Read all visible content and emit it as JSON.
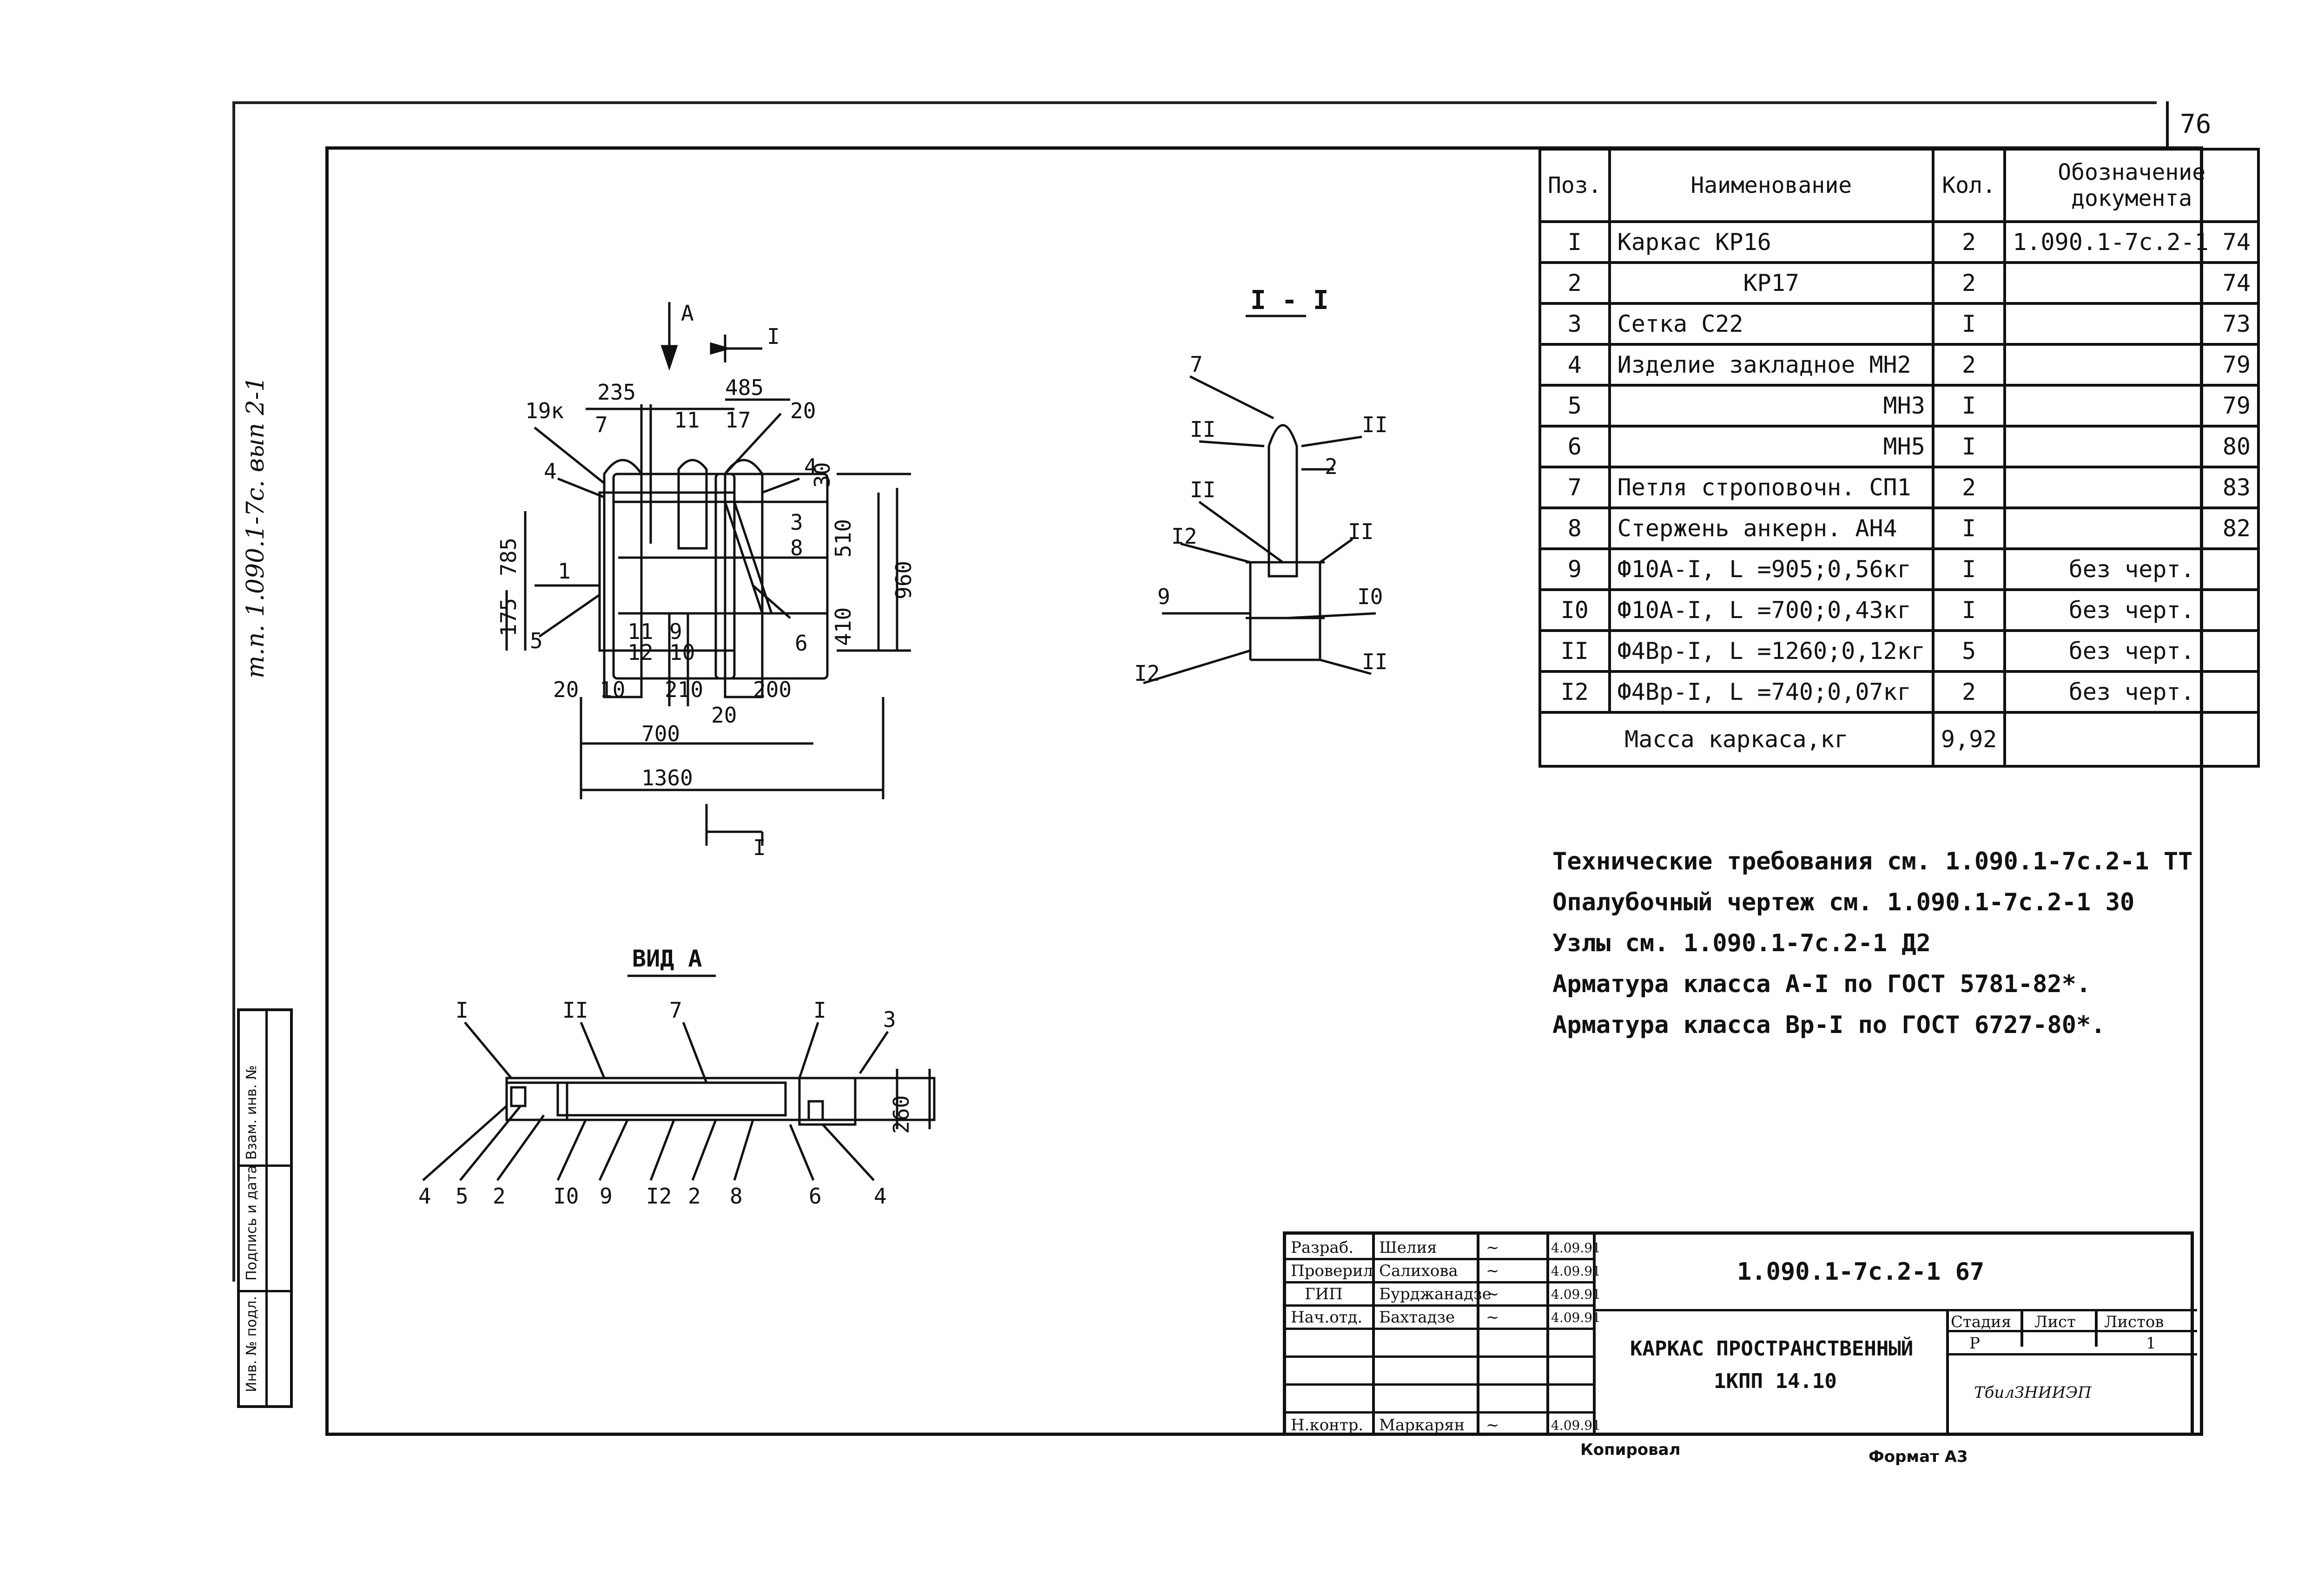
{
  "page_number": "76",
  "side_stamp": "т.п. 1.090.1-7с. вып 2-1",
  "side_strip_labels": [
    "Инв. № подл.",
    "Подпись и дата",
    "Взам. инв. №"
  ],
  "spec_table": {
    "headers": [
      "Поз.",
      "Наименование",
      "Кол.",
      "Обозначение документа"
    ],
    "rows": [
      {
        "pos": "I",
        "name": "Каркас КР16",
        "qty": "2",
        "doc": "1.090.1-7с.2-1 74"
      },
      {
        "pos": "2",
        "name": "КР17",
        "qty": "2",
        "doc": "74"
      },
      {
        "pos": "3",
        "name": "Сетка С22",
        "qty": "I",
        "doc": "73"
      },
      {
        "pos": "4",
        "name": "Изделие закладное МН2",
        "qty": "2",
        "doc": "79"
      },
      {
        "pos": "5",
        "name": "МН3",
        "qty": "I",
        "doc": "79"
      },
      {
        "pos": "6",
        "name": "МН5",
        "qty": "I",
        "doc": "80"
      },
      {
        "pos": "7",
        "name": "Петля строповочн. СП1",
        "qty": "2",
        "doc": "83"
      },
      {
        "pos": "8",
        "name": "Стержень анкерн. АН4",
        "qty": "I",
        "doc": "82"
      },
      {
        "pos": "9",
        "name": "Ф10А-I, L =905;0,56кг",
        "qty": "I",
        "doc": "без черт."
      },
      {
        "pos": "I0",
        "name": "Ф10А-I, L =700;0,43кг",
        "qty": "I",
        "doc": "без черт."
      },
      {
        "pos": "II",
        "name": "Ф4Вр-I, L =1260;0,12кг",
        "qty": "5",
        "doc": "без черт."
      },
      {
        "pos": "I2",
        "name": "Ф4Вр-I, L =740;0,07кг",
        "qty": "2",
        "doc": "без черт."
      }
    ],
    "mass_label": "Масса каркаса,кг",
    "mass_value": "9,92"
  },
  "notes": [
    "Технические требования см. 1.090.1-7с.2-1 ТТ",
    "Опалубочный чертеж см. 1.090.1-7с.2-1 30",
    "Узлы см. 1.090.1-7с.2-1 Д2",
    "Арматура класса А-I по ГОСТ 5781-82*.",
    "Арматура класса Вр-I по ГОСТ 6727-80*."
  ],
  "drawing_labels": {
    "section_title": "I - I",
    "view_title": "ВИД А",
    "arrow_a": "А",
    "cut_mark": "I",
    "plan_dims": [
      "235",
      "485",
      "30",
      "510",
      "960",
      "410",
      "785",
      "175",
      "20",
      "10",
      "210",
      "200",
      "700",
      "1360"
    ],
    "plan_callouts": [
      "19к",
      "7",
      "11",
      "17",
      "20",
      "4",
      "3",
      "8",
      "1",
      "5",
      "11",
      "12",
      "9",
      "10",
      "6"
    ],
    "section_callouts": [
      "7",
      "II",
      "II",
      "2",
      "II",
      "I2",
      "II",
      "9",
      "I0",
      "I2",
      "II"
    ],
    "view_callouts": [
      "I",
      "II",
      "7",
      "I",
      "3",
      "4",
      "5",
      "2",
      "I0",
      "9",
      "I2",
      "2",
      "8",
      "6",
      "4"
    ],
    "view_dim": "260"
  },
  "title_block": {
    "code": "1.090.1-7с.2-1 67",
    "title_line1": "КАРКАС ПРОСТРАНСТВЕННЫЙ",
    "title_line2": "1КПП 14.10",
    "stage_header": "Стадия",
    "sheet_header": "Лист",
    "sheets_header": "Листов",
    "stage": "Р",
    "sheet": "",
    "sheets": "1",
    "org": "ТбилЗНИИЭП",
    "roles": [
      "Разраб.",
      "Проверил",
      "ГИП",
      "Нач.отд.",
      "",
      "",
      "Н.контр."
    ],
    "names": [
      "Шелия",
      "Салихова",
      "Бурджанадзе",
      "Бахтадзе",
      "",
      "",
      "Маркарян"
    ],
    "dates": [
      "4.09.91",
      "4.09.91",
      "4.09.91",
      "4.09.91",
      "",
      "",
      "4.09.91"
    ]
  },
  "footer": {
    "copied": "Копировал",
    "format": "Формат А3"
  }
}
